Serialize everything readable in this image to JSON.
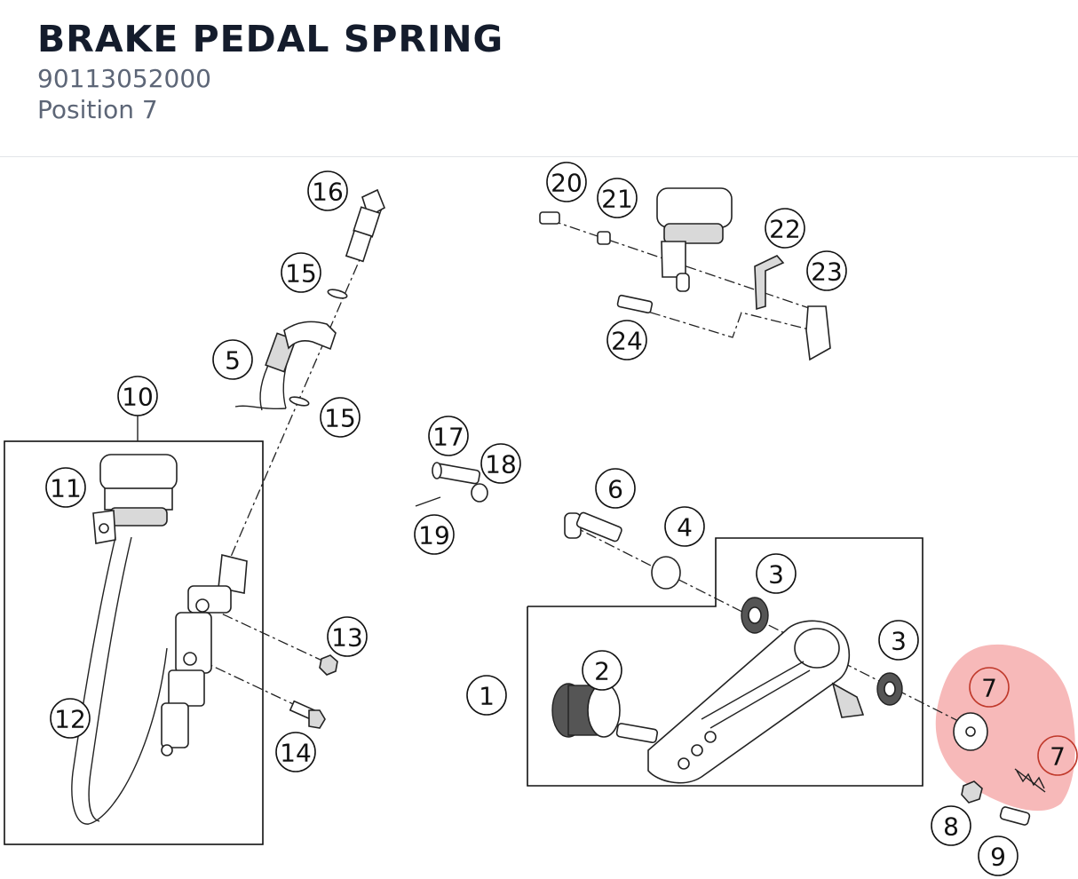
{
  "header": {
    "title": "BRAKE PEDAL SPRING",
    "part_number": "90113052000",
    "position": "Position 7"
  },
  "highlight": {
    "position": "7",
    "color": "#f07f80"
  },
  "callouts": [
    "1",
    "2",
    "3",
    "3",
    "4",
    "5",
    "6",
    "7",
    "7",
    "8",
    "9",
    "10",
    "11",
    "12",
    "13",
    "14",
    "15",
    "15",
    "16",
    "17",
    "18",
    "19",
    "20",
    "21",
    "22",
    "23",
    "24"
  ]
}
